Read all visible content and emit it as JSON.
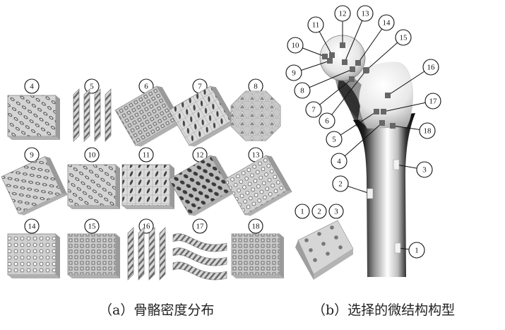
{
  "figure": {
    "panel_a": {
      "caption": "（a）骨骼密度分布",
      "cells": [
        {
          "label": "4",
          "style": "gyroid-cube"
        },
        {
          "label": "5",
          "style": "plate-stack"
        },
        {
          "label": "6",
          "style": "hex-lattice"
        },
        {
          "label": "7",
          "style": "slot-block"
        },
        {
          "label": "8",
          "style": "truncated-octa"
        },
        {
          "label": "9",
          "style": "porous-plate"
        },
        {
          "label": "10",
          "style": "gyroid-cube"
        },
        {
          "label": "11",
          "style": "slot-sheet"
        },
        {
          "label": "12",
          "style": "dark-porous"
        },
        {
          "label": "13",
          "style": "hole-block"
        },
        {
          "label": "14",
          "style": "chain-cube"
        },
        {
          "label": "15",
          "style": "frame-cube"
        },
        {
          "label": "16",
          "style": "thin-plates"
        },
        {
          "label": "17",
          "style": "wave-sheets"
        },
        {
          "label": "18",
          "style": "strut-lattice"
        }
      ]
    },
    "panel_b": {
      "caption": "（b）选择的微结构构型",
      "markers": [
        {
          "label": "1"
        },
        {
          "label": "2"
        },
        {
          "label": "3"
        },
        {
          "label": "4"
        },
        {
          "label": "5"
        },
        {
          "label": "6"
        },
        {
          "label": "7"
        },
        {
          "label": "8"
        },
        {
          "label": "9"
        },
        {
          "label": "10"
        },
        {
          "label": "11"
        },
        {
          "label": "12"
        },
        {
          "label": "13"
        },
        {
          "label": "14"
        },
        {
          "label": "15"
        },
        {
          "label": "16"
        },
        {
          "label": "17"
        },
        {
          "label": "18"
        }
      ],
      "inset_labels": [
        "1",
        "2",
        "3"
      ]
    }
  }
}
